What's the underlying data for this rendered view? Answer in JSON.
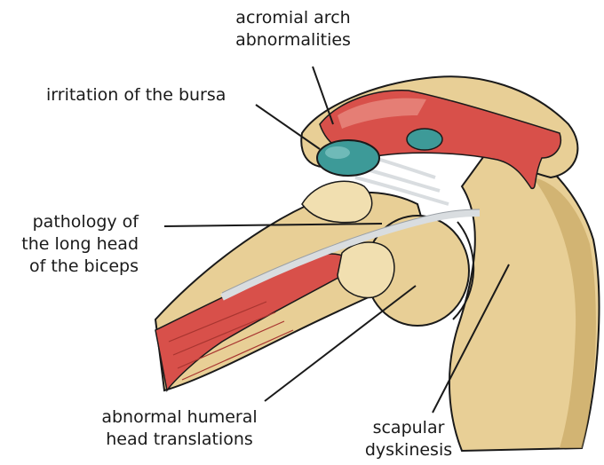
{
  "labels": {
    "acromial_line1": "acromial arch",
    "acromial_line2": "abnormalities",
    "bursa": "irritation of the bursa",
    "biceps_line1": "pathology of",
    "biceps_line2": "the long head",
    "biceps_line3": "of the biceps",
    "humeral_line1": "abnormal humeral",
    "humeral_line2": "head translations",
    "scapular_line1": "scapular",
    "scapular_line2": "dyskinesis"
  },
  "colors": {
    "bone": "#e8cf96",
    "bone_dark": "#c9a864",
    "muscle": "#d8504a",
    "muscle_light": "#e98a7f",
    "bursa": "#3d9a98",
    "tendon": "#d9dde0",
    "outline": "#1a1a1a"
  }
}
